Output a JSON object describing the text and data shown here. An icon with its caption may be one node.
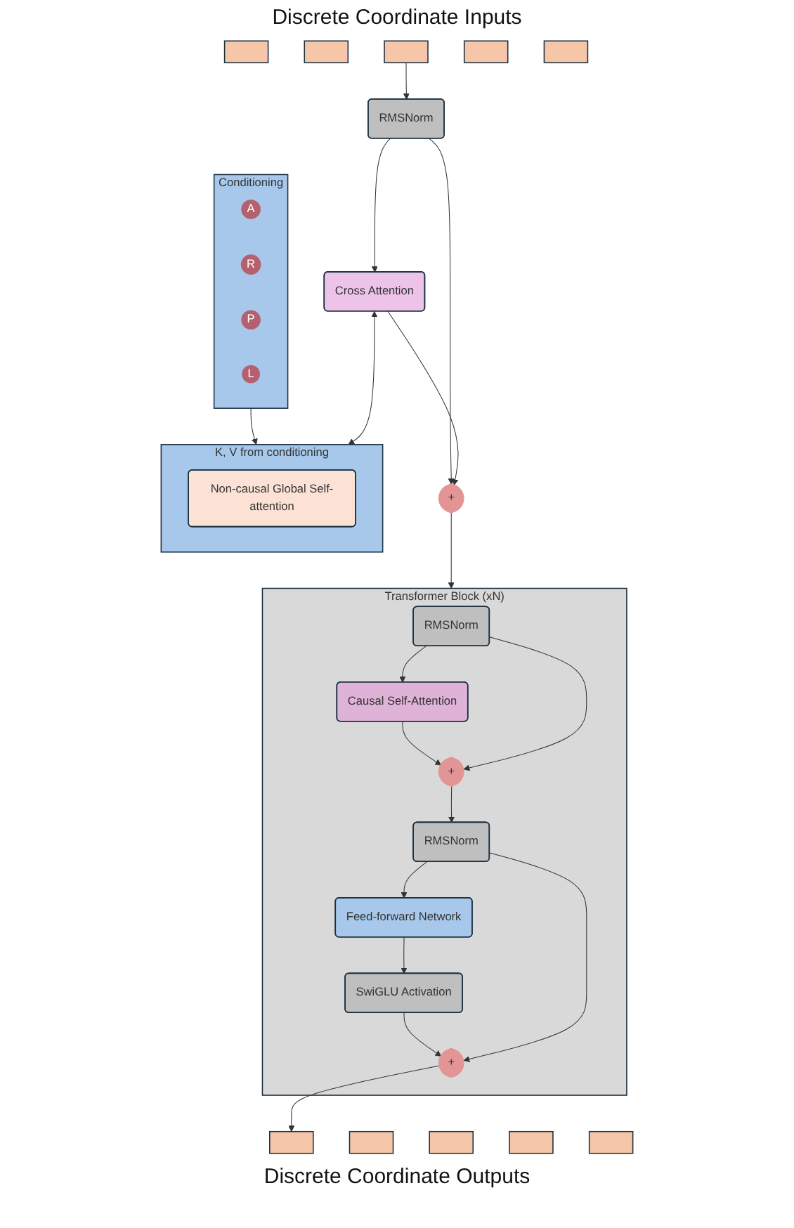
{
  "diagram": {
    "nodes": [
      {
        "text": [],
        "shape": "box"
      },
      {
        "text": [],
        "shape": "box"
      },
      {
        "text": [],
        "shape": "box"
      },
      {
        "text": [],
        "shape": "box"
      },
      {
        "text": [],
        "shape": "box"
      },
      {
        "text": [
          "Conditioning"
        ]
      },
      {
        "text": [
          "A"
        ],
        "in": 5
      },
      {
        "text": [
          "R"
        ],
        "in": 5
      },
      {
        "text": [
          "P"
        ],
        "in": 5
      },
      {
        "text": [
          "L"
        ],
        "in": 5
      },
      {
        "text": [
          "RMSNorm"
        ]
      },
      {
        "text": [],
        "shape": "box",
        "beside": [
          "K, V from conditioning"
        ]
      },
      {
        "text": [
          "Non-causal Global Self-attention"
        ],
        "in": 11
      },
      {
        "text": [
          "Cross Attention"
        ]
      },
      {
        "text": [
          "+"
        ]
      },
      {
        "text": [
          "Transformer Block (xN)"
        ]
      },
      {
        "text": [
          "RMSNorm"
        ],
        "in": 15
      },
      {
        "text": [
          "Causal Self-Attention"
        ],
        "in": 15
      },
      {
        "text": [
          "+"
        ],
        "in": 15
      },
      {
        "text": [
          "RMSNorm"
        ],
        "in": 15
      },
      {
        "text": [
          "Feed-forward Network"
        ],
        "in": 15
      },
      {
        "text": [
          "SwiGLU Activation"
        ],
        "in": 15
      },
      {
        "text": [
          "+"
        ],
        "in": 15
      },
      {
        "text": [],
        "shape": "box"
      },
      {
        "text": [],
        "shape": "box"
      },
      {
        "text": [],
        "shape": "box"
      },
      {
        "text": [],
        "shape": "box"
      },
      {
        "text": [],
        "shape": "box"
      }
    ],
    "edges": [
      {
        "from": 2,
        "to": 10,
        "arrow": "to"
      },
      {
        "from": 5,
        "to": 11,
        "arrow": "to"
      },
      {
        "from": 10,
        "to": 13,
        "arrow": "to"
      },
      {
        "from": 13,
        "to": 11,
        "arrow": "both"
      },
      {
        "from": 10,
        "to": 14,
        "arrow": "to"
      },
      {
        "from": 13,
        "to": 14,
        "arrow": "to"
      },
      {
        "from": 14,
        "to": 15,
        "arrow": "to"
      },
      {
        "from": 16,
        "to": 17,
        "arrow": "to"
      },
      {
        "from": 17,
        "to": 18,
        "arrow": "to"
      },
      {
        "from": 16,
        "to": 18,
        "arrow": "to"
      },
      {
        "from": 18,
        "to": 19,
        "arrow": "to"
      },
      {
        "from": 19,
        "to": 20,
        "arrow": "to"
      },
      {
        "from": 20,
        "to": 21,
        "arrow": "to"
      },
      {
        "from": 21,
        "to": 22,
        "arrow": "to"
      },
      {
        "from": 19,
        "to": 22,
        "arrow": "to"
      },
      {
        "from": 22,
        "to": 25,
        "arrow": "to"
      }
    ],
    "labels": [
      "Discrete Coordinate Inputs",
      "Discrete Coordinate Outputs"
    ]
  }
}
